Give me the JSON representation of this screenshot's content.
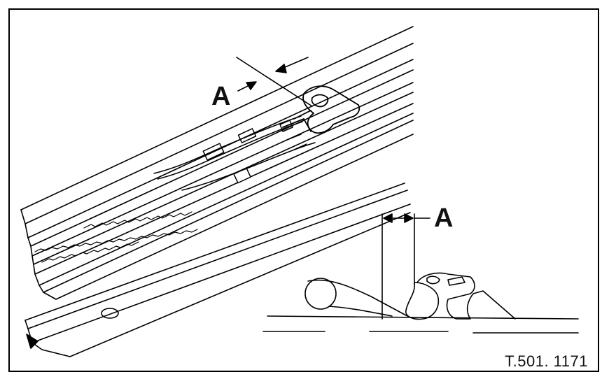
{
  "diagram": {
    "dimension_label_top": "A",
    "dimension_label_detail": "A",
    "figure_reference": "T.501. 1171"
  }
}
